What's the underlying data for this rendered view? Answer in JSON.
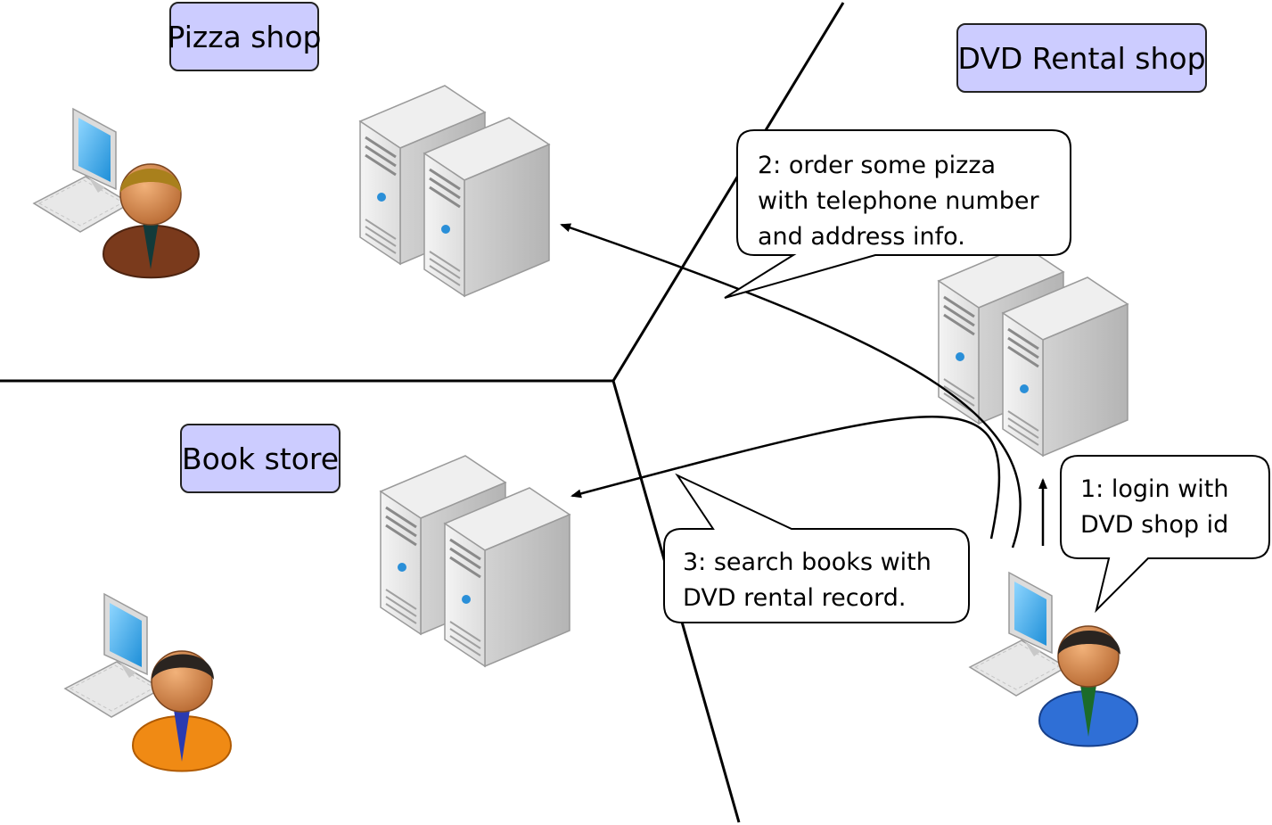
{
  "zones": {
    "pizza_shop": "Pizza shop",
    "dvd_rental_shop": "DVD Rental shop",
    "book_store": "Book store"
  },
  "callouts": {
    "step1": [
      "1: login with",
      "DVD shop id"
    ],
    "step2": [
      "2: order some pizza",
      "with telephone number",
      "and address info."
    ],
    "step3": [
      "3: search books with",
      "DVD rental record."
    ]
  },
  "icons": {
    "server": "server-tower-icon",
    "user_workstation": "user-at-computer-icon"
  },
  "colors": {
    "label_fill": "#ccccff",
    "pizza_user_suit": "#7a3a1c",
    "book_user_suit": "#f08a14",
    "dvd_user_suit": "#2f6fd6",
    "monitor_screen": "#2aa4e8"
  }
}
